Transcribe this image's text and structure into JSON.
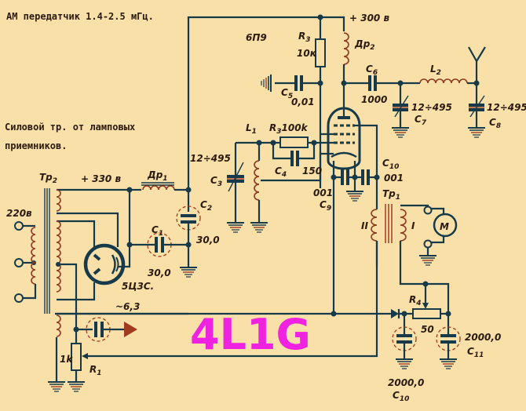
{
  "header": {
    "title": "АМ передатчик 1.4-2.5 мГц.",
    "note_line1": "Силовой тр. от ламповых",
    "note_line2": "приемников."
  },
  "watermark": "4L1G",
  "labels": {
    "tube_main": "6П9",
    "plus300": "+ 300 в",
    "plus330": "+ 330 в",
    "v220": "220в",
    "v63": "~6,3",
    "rectifier": "5Ц3С.",
    "tr2": "Тр",
    "tr2_sub": "2",
    "tr1": "Тр",
    "tr1_sub": "1",
    "tr1_winding2": "II",
    "tr1_winding1": "I",
    "motor": "M",
    "dr1": "Др",
    "dr1_sub": "1",
    "dr2": "Др",
    "dr2_sub": "2",
    "r3": "R",
    "r3_sub": "3",
    "r3_val": "10к",
    "r2": "R",
    "r2_sub": "3",
    "r2_val": "100k",
    "r1": "R",
    "r1_sub": "1",
    "r1_val": "1k",
    "r4": "R",
    "r4_sub": "4",
    "r4_val": "50",
    "l1": "L",
    "l1_sub": "1",
    "l2": "L",
    "l2_sub": "2",
    "c1": "C",
    "c1_sub": "1",
    "c1_val": "30,0",
    "c2": "C",
    "c2_sub": "2",
    "c2_val": "30,0",
    "c3": "C",
    "c3_sub": "3",
    "c3_val": "12÷495",
    "c4": "C",
    "c4_sub": "4",
    "c4_val": "150",
    "c5": "C",
    "c5_sub": "5",
    "c5_val": "0,01",
    "c6": "C",
    "c6_sub": "6",
    "c6_val": "1000",
    "c7": "C",
    "c7_sub": "7",
    "c7_val": "12÷495",
    "c8": "C",
    "c8_sub": "8",
    "c8_val": "12÷495",
    "c9": "C",
    "c9_sub": "9",
    "c9_val": "001",
    "c10a": "C",
    "c10a_sub": "10",
    "c10a_val": "001",
    "c10b": "C",
    "c10b_sub": "10",
    "c10b_val": "2000,0",
    "c11": "C",
    "c11_sub": "11",
    "c11_val": "2000,0"
  },
  "colors": {
    "background": "#f9e0a8",
    "wire": "#163a4a",
    "coil": "#8a3a20",
    "watermark": "#ee22e0"
  }
}
